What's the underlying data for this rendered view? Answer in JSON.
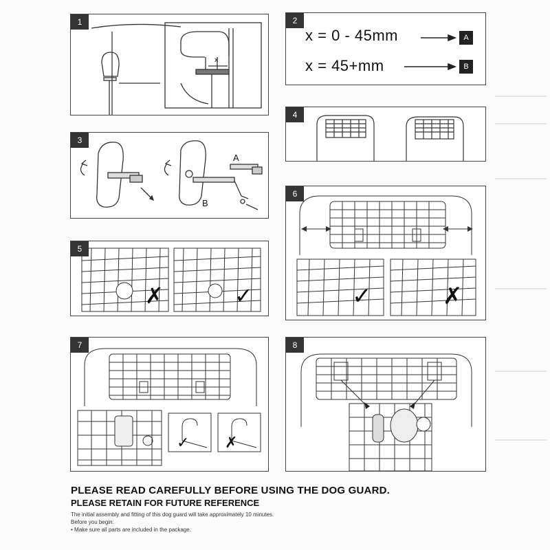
{
  "panels": {
    "p1": {
      "number": "1",
      "label_x": "x"
    },
    "p2": {
      "number": "2",
      "line1": "x = 0 - 45mm",
      "badge1": "A",
      "line2": "x = 45+mm",
      "badge2": "B"
    },
    "p3": {
      "number": "3",
      "label_a": "A",
      "label_b": "B"
    },
    "p4": {
      "number": "4"
    },
    "p5": {
      "number": "5",
      "mark_left": "✗",
      "mark_right": "✓"
    },
    "p6": {
      "number": "6",
      "mark_left": "✓",
      "mark_right": "✗"
    },
    "p7": {
      "number": "7",
      "mark_left": "✓",
      "mark_right": "✗"
    },
    "p8": {
      "number": "8"
    }
  },
  "footer": {
    "title": "PLEASE READ CAREFULLY BEFORE USING THE DOG GUARD.",
    "subtitle": "PLEASE RETAIN FOR FUTURE REFERENCE",
    "note1": "The initial assembly and fitting of this dog guard will take approximately 10 minutes.",
    "note2": "Before you begin:",
    "note3": "• Make sure all parts are included in the package."
  },
  "colors": {
    "ink": "#333333",
    "paper": "#ffffff",
    "background": "#fbfbfb"
  }
}
